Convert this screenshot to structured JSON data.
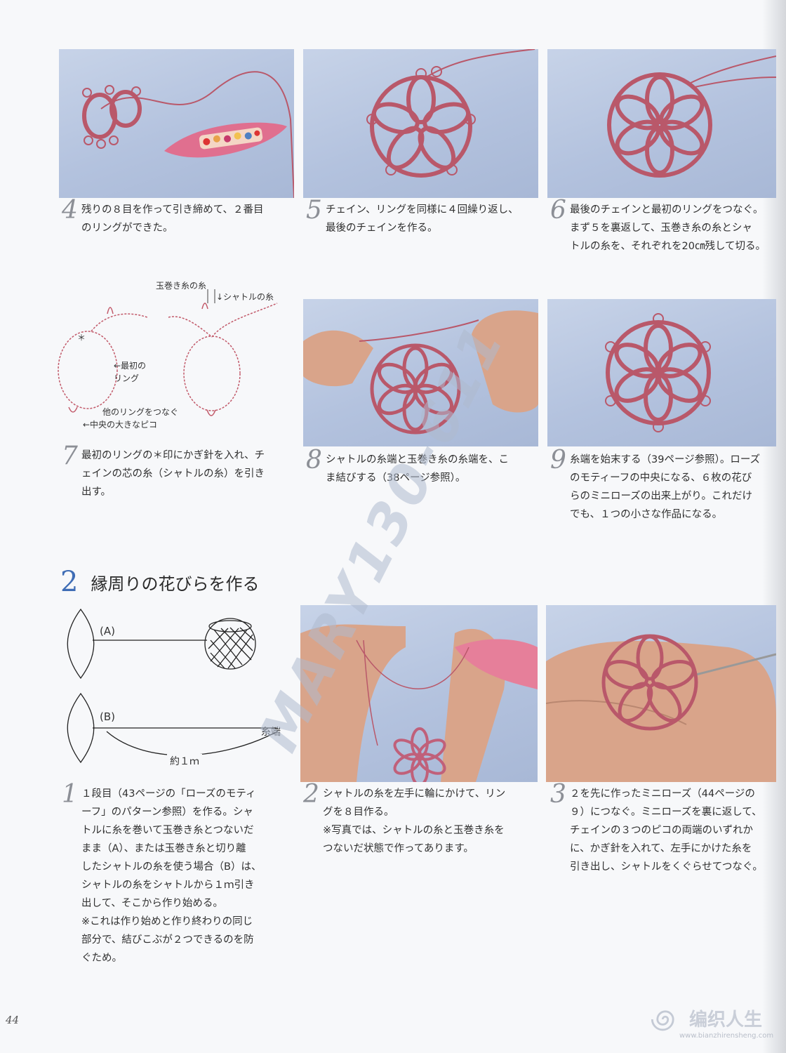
{
  "steps_top": [
    {
      "num": "4",
      "text": "残りの８目を作って引き締めて、２番目\nのリングができた。"
    },
    {
      "num": "5",
      "text": "チェイン、リングを同様に４回繰り返し、\n最後のチェインを作る。"
    },
    {
      "num": "6",
      "text": "最後のチェインと最初のリングをつなぐ。\nまず５を裏返して、玉巻き糸の糸とシャ\nトルの糸を、それぞれを20㎝残して切る。"
    }
  ],
  "steps_middle": [
    {
      "num": "7",
      "text": "最初のリングの＊印にかぎ針を入れ、チ\nェインの芯の糸（シャトルの糸）を引き\n出す。"
    },
    {
      "num": "8",
      "text": "シャトルの糸端と玉巻き糸の糸端を、こ\nま結びする（38ページ参照）。"
    },
    {
      "num": "9",
      "text": "糸端を始末する（39ページ参照）。ローズ\nのモティーフの中央になる、６枚の花び\nらのミニローズの出来上がり。これだけ\nでも、１つの小さな作品になる。"
    }
  ],
  "diagram7": {
    "ball_thread": "玉巻き糸の糸",
    "shuttle_thread": "↓シャトルの糸",
    "first_ring": "←最初の\nリング",
    "join_ring": "他のリングをつなぐ",
    "center_picot": "←中央の大きなピコ",
    "star": "＊"
  },
  "section": {
    "num": "2",
    "title": "縁周りの花びらを作る"
  },
  "diagram_shuttle": {
    "a": "(A)",
    "b": "(B)",
    "thread_end": "糸端",
    "length": "約１ｍ"
  },
  "steps_bottom": [
    {
      "num": "1",
      "text": "１段目（43ページの「ローズのモティ\nーフ」のパターン参照）を作る。シャ\nトルに糸を巻いて玉巻き糸とつないだ\nまま（A）、または玉巻き糸と切り離\nしたシャトルの糸を使う場合（B）は、\nシャトルの糸をシャトルから１ｍ引き\n出して、そこから作り始める。\n※これは作り始めと作り終わりの同じ\n部分で、結びこぶが２つできるのを防\nぐため。"
    },
    {
      "num": "2",
      "text": "シャトルの糸を左手に輪にかけて、リン\nグを８目作る。\n※写真では、シャトルの糸と玉巻き糸を\nつないだ状態で作ってあります。"
    },
    {
      "num": "3",
      "text": "２を先に作ったミニローズ（44ページの\n９）につなぐ。ミニローズを裏に返して、\nチェインの３つのピコの両端のいずれか\nに、かぎ針を入れて、左手にかけた糸を\n引き出し、シャトルをくぐらせてつなぐ。"
    }
  ],
  "page_number": "44",
  "watermark": "MARY130-611",
  "site_logo": {
    "name": "编织人生",
    "url": "www.bianzhirensheng.com"
  },
  "colors": {
    "thread": "#b9586a",
    "photo_bg": "#b8c6e0",
    "accent": "#3f6db5"
  }
}
